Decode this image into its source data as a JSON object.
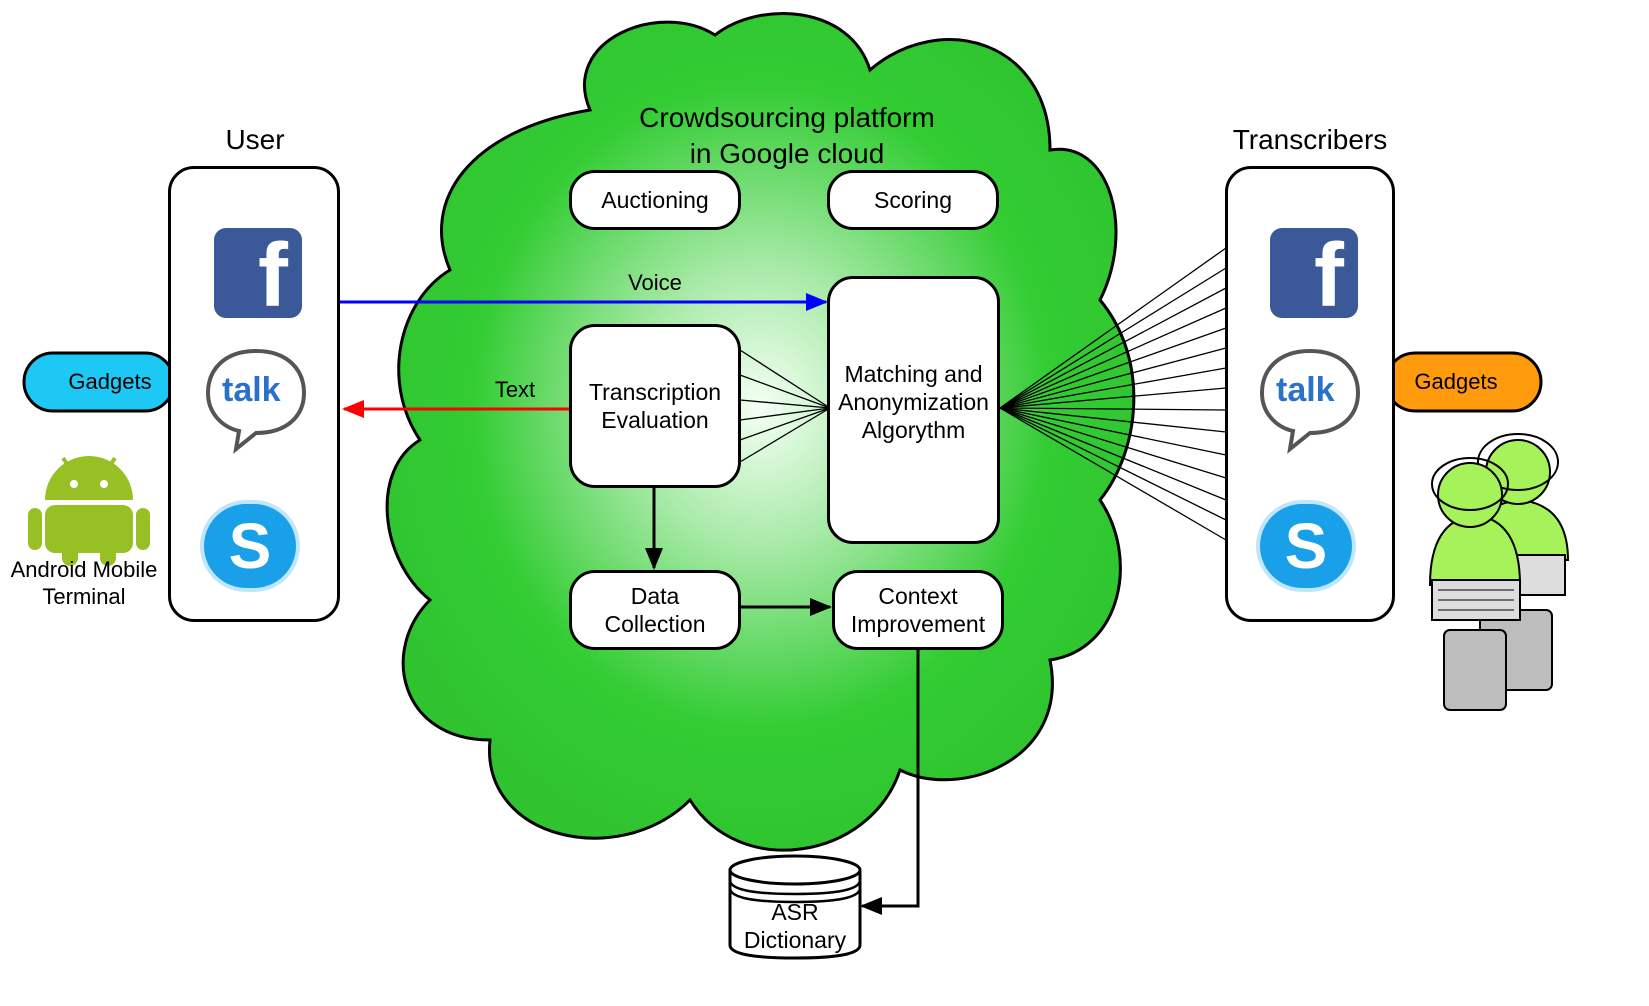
{
  "cloud": {
    "title_line1": "Crowdsourcing platform",
    "title_line2": "in Google cloud"
  },
  "left": {
    "heading": "User",
    "gadgets_label": "Gadgets",
    "gadgets_color": "#1ec8f5",
    "android_label": "Android Mobile\nTerminal",
    "icons": [
      "facebook-icon",
      "google-talk-icon",
      "skype-icon"
    ]
  },
  "right": {
    "heading": "Transcribers",
    "gadgets_label": "Gadgets",
    "gadgets_color": "#ff9a0d",
    "icons": [
      "facebook-icon",
      "google-talk-icon",
      "skype-icon",
      "transcriber-operators-icon"
    ]
  },
  "boxes": {
    "auctioning": "Auctioning",
    "scoring": "Scoring",
    "transcription_evaluation": "Transcription\nEvaluation",
    "matching": "Matching and\nAnonymization\nAlgorythm",
    "data_collection": "Data\nCollection",
    "context_improvement": "Context\nImprovement",
    "asr_dictionary": "ASR\nDictionary"
  },
  "edges": {
    "voice": {
      "label": "Voice",
      "color": "#0000ff"
    },
    "text": {
      "label": "Text",
      "color": "#ff0000"
    }
  },
  "colors": {
    "cloud_outer": "#33cc33",
    "cloud_inner": "#f4fff4"
  },
  "icon_text": {
    "facebook": "f",
    "talk": "talk",
    "skype": "S"
  }
}
